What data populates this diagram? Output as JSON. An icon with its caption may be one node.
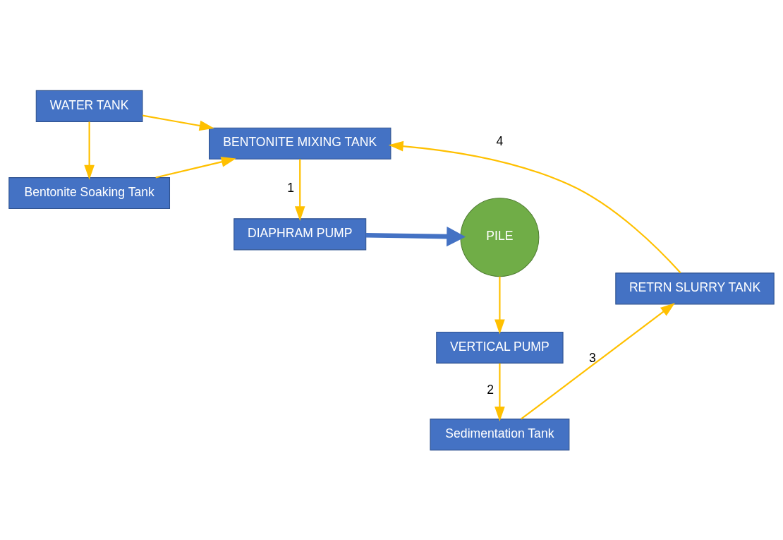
{
  "diagram": {
    "nodes": [
      {
        "text": [
          "Bentonite Soaking Tank"
        ]
      },
      {
        "text": [
          "BENTONITE MIXING TANK"
        ]
      },
      {
        "text": [
          "RETRN SLURRY TANK"
        ]
      },
      {
        "text": [
          "Sedimentation Tank"
        ]
      },
      {
        "text": [
          "WATER TANK"
        ]
      },
      {
        "text": [
          "VERTICAL PUMP"
        ]
      },
      {
        "text": [
          "DIAPHRAM PUMP"
        ]
      },
      {
        "text": [
          "PILE"
        ]
      }
    ],
    "edges": [
      {
        "from": 4,
        "to": 0,
        "arrow": "to",
        "color": "#ffc000"
      },
      {
        "from": 4,
        "to": 1,
        "arrow": "to",
        "color": "#ffc000"
      },
      {
        "from": 0,
        "to": 1,
        "arrow": "to",
        "color": "#ffc000"
      },
      {
        "from": 1,
        "to": 6,
        "arrow": "to",
        "label": "1",
        "color": "#ffc000"
      },
      {
        "from": 6,
        "to": 7,
        "arrow": "to",
        "style": "thick",
        "color": "#4472c4"
      },
      {
        "from": 7,
        "to": 5,
        "arrow": "to",
        "color": "#ffc000"
      },
      {
        "from": 5,
        "to": 3,
        "arrow": "to",
        "label": "2",
        "color": "#ffc000"
      },
      {
        "from": 3,
        "to": 2,
        "arrow": "to",
        "label": "3",
        "color": "#ffc000"
      },
      {
        "from": 2,
        "to": 1,
        "arrow": "to",
        "label": "4",
        "color": "#ffc000"
      }
    ]
  }
}
